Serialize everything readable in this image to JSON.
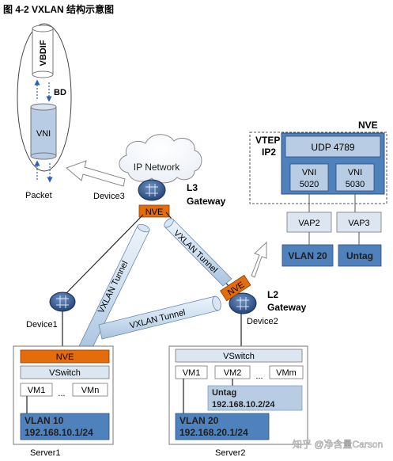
{
  "figure": {
    "title": "图 4-2 VXLAN 结构示意图"
  },
  "left_inset": {
    "vbdif": "VBDIF",
    "bd": "BD",
    "vni": "VNI",
    "packet": "Packet"
  },
  "cloud": {
    "label": "IP Network"
  },
  "device3": {
    "name": "Device3",
    "nve": "NVE",
    "role_line1": "L3",
    "role_line2": "Gateway"
  },
  "vtep": {
    "nve_title": "NVE",
    "title_line1": "VTEP",
    "title_line2": "IP2",
    "udp": "UDP 4789",
    "vni1_line1": "VNI",
    "vni1_line2": "5020",
    "vni2_line1": "VNI",
    "vni2_line2": "5030",
    "vap1": "VAP2",
    "vap2": "VAP3",
    "vlan": "VLAN 20",
    "untag": "Untag"
  },
  "tunnels": {
    "label": "VXLAN Tunnel",
    "label_right": "VXLAN Tunnel"
  },
  "device1": {
    "name": "Device1"
  },
  "device2": {
    "name": "Device2",
    "nve": "NVE",
    "role_line1": "L2",
    "role_line2": "Gateway"
  },
  "server1": {
    "name": "Server1",
    "nve": "NVE",
    "vswitch": "VSwitch",
    "vm1": "VM1",
    "dots": "...",
    "vmn": "VMn",
    "vlan": "VLAN 10",
    "ip": "192.168.10.1/24"
  },
  "server2": {
    "name": "Server2",
    "vswitch": "VSwitch",
    "vm1": "VM1",
    "vm2": "VM2",
    "dots": "...",
    "vmm": "VMm",
    "untag": "Untag",
    "untag_ip": "192.168.10.2/24",
    "vlan": "VLAN 20",
    "ip": "192.168.20.1/24"
  },
  "watermark": "知乎 @净含量Carson",
  "colors": {
    "nve_orange": "#e46c0a",
    "blue_fill": "#4f81bd",
    "light_blue": "#b8cce4",
    "pale_blue": "#dce6f1",
    "dark_blue": "#1f3864"
  }
}
